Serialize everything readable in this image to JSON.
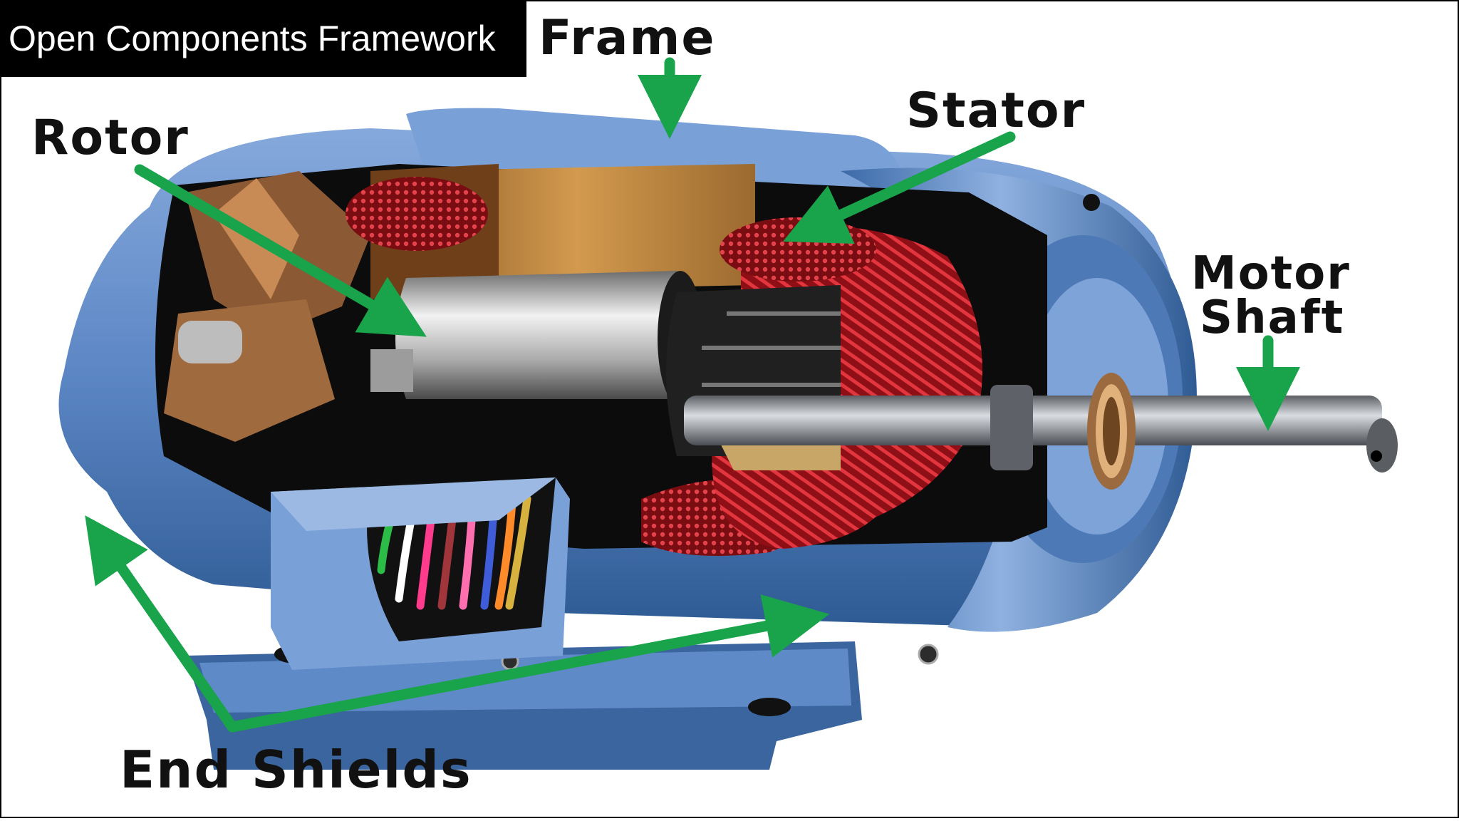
{
  "badge": {
    "title": "Open Components Framework"
  },
  "labels": {
    "frame": "Frame",
    "stator": "Stator",
    "rotor": "Rotor",
    "motor_shaft_line1": "Motor",
    "motor_shaft_line2": "Shaft",
    "end_shields": "End Shields"
  },
  "colors": {
    "arrow": "#19a34a",
    "housing": "#5b86c4",
    "housing_dark": "#2f5b94",
    "copper_winding": "#b0141d",
    "rotor_core": "#c0c0c0",
    "stator_iron": "#c98a3d",
    "shaft": "#8a8f96"
  },
  "icons": [
    "arrow-icon"
  ]
}
